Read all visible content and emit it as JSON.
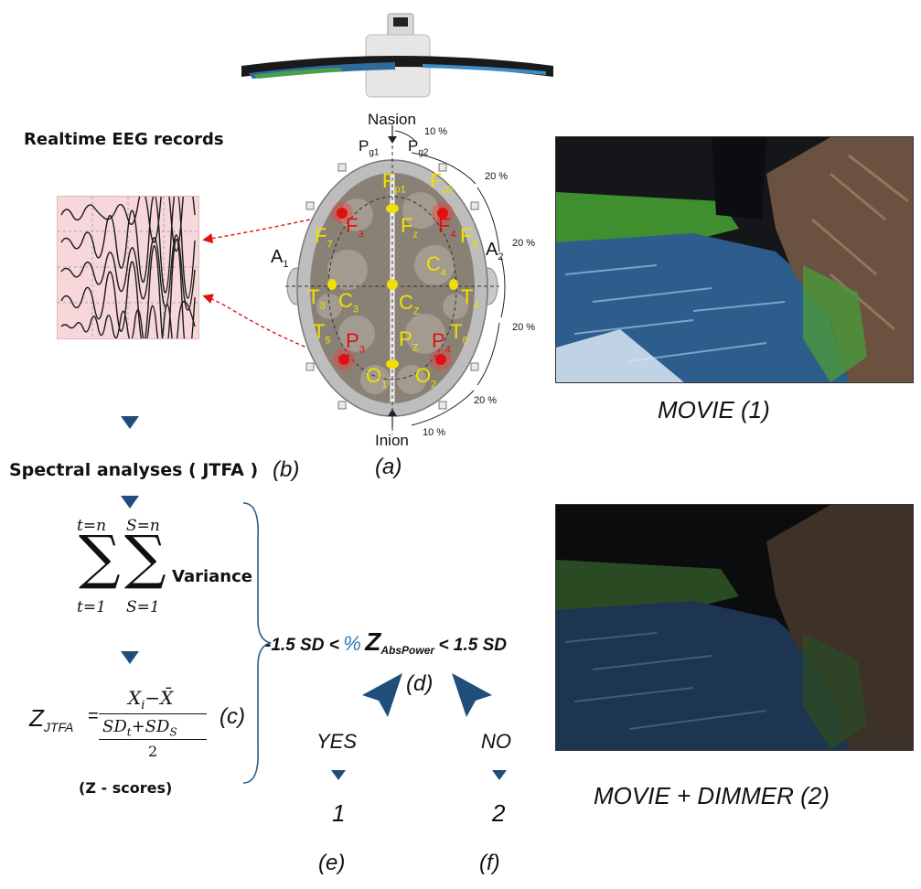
{
  "eeg": {
    "title": "Realtime EEG records"
  },
  "head": {
    "nasion": "Nasion",
    "inion": "Inion",
    "caption": "(a)",
    "ear_left": "A",
    "ear_left_sub": "1",
    "ear_right": "A",
    "ear_right_sub": "2",
    "pg1": "P",
    "pg1_sub": "g1",
    "pg2": "P",
    "pg2_sub": "g2",
    "percent_10_top": "10 %",
    "percent_20_a": "20 %",
    "percent_20_b": "20 %",
    "percent_20_c": "20 %",
    "percent_20_d": "20 %",
    "percent_10_bottom": "10 %",
    "electrodes": [
      {
        "main": "F",
        "sub": "p1"
      },
      {
        "main": "F",
        "sub": "p2"
      },
      {
        "main": "F",
        "sub": "3"
      },
      {
        "main": "F",
        "sub": "z"
      },
      {
        "main": "F",
        "sub": "4"
      },
      {
        "main": "F",
        "sub": "7"
      },
      {
        "main": "F",
        "sub": "8"
      },
      {
        "main": "C",
        "sub": "4"
      },
      {
        "main": "T",
        "sub": "3"
      },
      {
        "main": "C",
        "sub": "3"
      },
      {
        "main": "C",
        "sub": "Z"
      },
      {
        "main": "T",
        "sub": "4"
      },
      {
        "main": "T",
        "sub": "5"
      },
      {
        "main": "P",
        "sub": "3"
      },
      {
        "main": "P",
        "sub": "Z"
      },
      {
        "main": "P",
        "sub": "4"
      },
      {
        "main": "T",
        "sub": "6"
      },
      {
        "main": "O",
        "sub": "1"
      },
      {
        "main": "O",
        "sub": "2"
      }
    ]
  },
  "movie1": {
    "caption": "MOVIE (1)"
  },
  "movie2": {
    "caption": "MOVIE + DIMMER (2)"
  },
  "spectral": {
    "label": "Spectral analyses ( JTFA )",
    "tag": "(b)"
  },
  "sum": {
    "t_top": "t=n",
    "s_top": "S=n",
    "t_bottom": "t=1",
    "s_bottom": "S=1",
    "variance": "Variance"
  },
  "zformula": {
    "lhs": "Z",
    "lhs_sub": "JTFA",
    "eq": "=",
    "num": "X",
    "num_sub": "i",
    "num_rest": "−X̄",
    "den_a": "SD",
    "den_a_sub": "t",
    "den_plus": "+SD",
    "den_b_sub": "S",
    "den_two": "2",
    "tag": "(c)",
    "note": "(Z - scores)"
  },
  "condition": {
    "left": "-1.5 SD <",
    "percent": "%",
    "z": "Z",
    "z_sub": "AbsPower",
    "right": "< 1.5 SD",
    "tag": "(d)"
  },
  "yes": {
    "label": "YES",
    "value": "1",
    "tag": "(e)"
  },
  "no": {
    "label": "NO",
    "value": "2",
    "tag": "(f)"
  },
  "colors": {
    "arrow": "#1f4e7a",
    "electrode_label": "#f0e000",
    "active_electrode": "#e01010",
    "eeg_background": "#f7d7d9",
    "percent_blue": "#2a7ab8"
  }
}
